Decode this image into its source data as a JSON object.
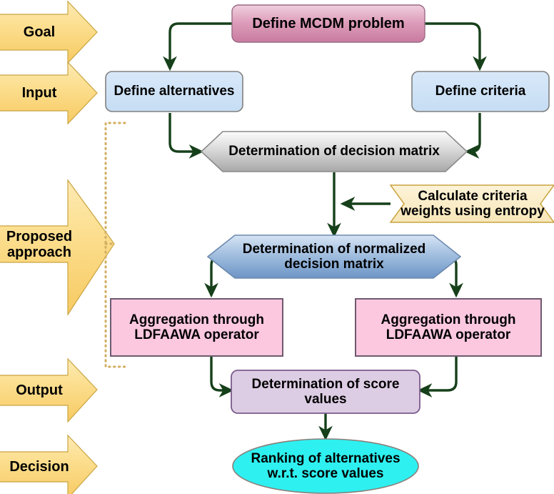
{
  "diagram": {
    "title": "MCDM proposed approach flowchart",
    "stage_arrows": [
      {
        "name": "goal",
        "label": "Goal"
      },
      {
        "name": "input",
        "label": "Input"
      },
      {
        "name": "proposed",
        "label": "Proposed\napproach"
      },
      {
        "name": "output",
        "label": "Output"
      },
      {
        "name": "decision",
        "label": "Decision"
      }
    ],
    "nodes": [
      {
        "id": "define-mcdm-problem",
        "label": "Define MCDM problem",
        "shape": "rounded-rect",
        "fill": "#d98cae"
      },
      {
        "id": "define-alternatives",
        "label": "Define alternatives",
        "shape": "rounded-rect",
        "fill": "#cde3f7"
      },
      {
        "id": "define-criteria",
        "label": "Define criteria",
        "shape": "rounded-rect",
        "fill": "#cde3f7"
      },
      {
        "id": "decision-matrix",
        "label": "Determination of decision matrix",
        "shape": "hexagon",
        "fill": "#b9b9b9"
      },
      {
        "id": "criteria-weights-entropy",
        "label": "Calculate criteria\nweights using entropy",
        "shape": "ribbon",
        "fill": "#fbeec8"
      },
      {
        "id": "normalized-decision-matrix",
        "label": "Determination of normalized\ndecision matrix",
        "shape": "hexagon",
        "fill": "#7fa6d4"
      },
      {
        "id": "aggregation-left",
        "label": "Aggregation through\nLDFAAWA operator",
        "shape": "rect",
        "fill": "#fbc8e0"
      },
      {
        "id": "aggregation-right",
        "label": "Aggregation through\nLDFAAWA operator",
        "shape": "rect",
        "fill": "#fbc8e0"
      },
      {
        "id": "score-values",
        "label": "Determination of score\nvalues",
        "shape": "rounded-rect",
        "fill": "#ddcde4"
      },
      {
        "id": "ranking-alternatives",
        "label": "Ranking of alternatives\nw.r.t. score values",
        "shape": "ellipse",
        "fill": "#2ff0f0"
      }
    ],
    "colors": {
      "connector": "#16401a",
      "stage_arrow_fill": "#fbd97c",
      "stage_arrow_stroke": "#c9a440",
      "bracket": "#d2ae62",
      "gray_border": "#808080",
      "pink_border": "#6e5a6e",
      "purple_border": "#7a5b8c",
      "background": "#ffffff"
    }
  }
}
